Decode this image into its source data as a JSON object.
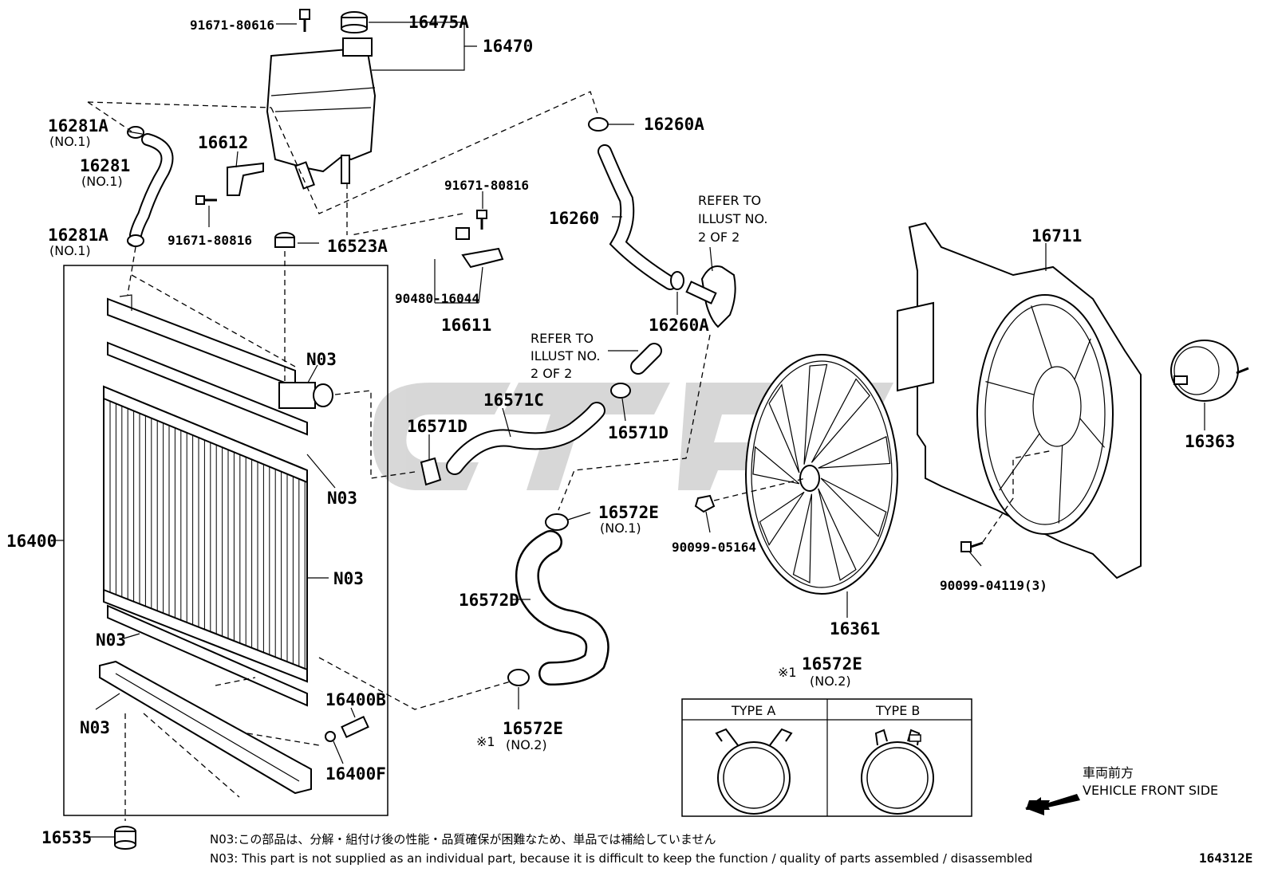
{
  "labels": {
    "p91671_80616": "91671-80616",
    "p16475A": "16475A",
    "p16470": "16470",
    "p16281A_top": "16281A",
    "no1_a": "(NO.1)",
    "p16612": "16612",
    "p16281": "16281",
    "no1_b": "(NO.1)",
    "p16281A_bot": "16281A",
    "no1_c": "(NO.1)",
    "p91671_80816_a": "91671-80816",
    "p16523A": "16523A",
    "p91671_80816_b": "91671-80816",
    "p90480_16044": "90480-16044",
    "p16611": "16611",
    "p16260A_top": "16260A",
    "p16260": "16260",
    "p16260A_bot": "16260A",
    "p16711": "16711",
    "p16363": "16363",
    "p16571C": "16571C",
    "p16571D_left": "16571D",
    "p16571D_right": "16571D",
    "p16572E_no1": "16572E",
    "no1_d": "(NO.1)",
    "p16572D": "16572D",
    "p16572E_bottom": "16572E",
    "no2_a": "(NO.2)",
    "star1_a": "※1",
    "p16572E_box": "16572E",
    "no2_b": "(NO.2)",
    "star1_b": "※1",
    "p90099_05164": "90099-05164",
    "p90099_04119": "90099-04119(3)",
    "p16361": "16361",
    "p16400": "16400",
    "n03_a": "N03",
    "n03_b": "N03",
    "n03_c": "N03",
    "n03_d": "N03",
    "n03_e": "N03",
    "p16400B": "16400B",
    "p16400F": "16400F",
    "p16535": "16535",
    "figure_id": "164312E"
  },
  "refer_left": [
    "REFER TO",
    "ILLUST NO.",
    "2 OF 2"
  ],
  "refer_right": [
    "REFER TO",
    "ILLUST NO.",
    "2 OF 2"
  ],
  "type_box": {
    "type_a": "TYPE A",
    "type_b": "TYPE B"
  },
  "direction": {
    "jp": "車両前方",
    "en": "VEHICLE FRONT SIDE"
  },
  "notes": {
    "jp": "N03:この部品は、分解・組付け後の性能・品質確保が困難なため、単品では補給していません",
    "en": "N03: This part is not supplied as an individual part, because it is difficult to keep the function / quality of parts assembled / disassembled"
  }
}
